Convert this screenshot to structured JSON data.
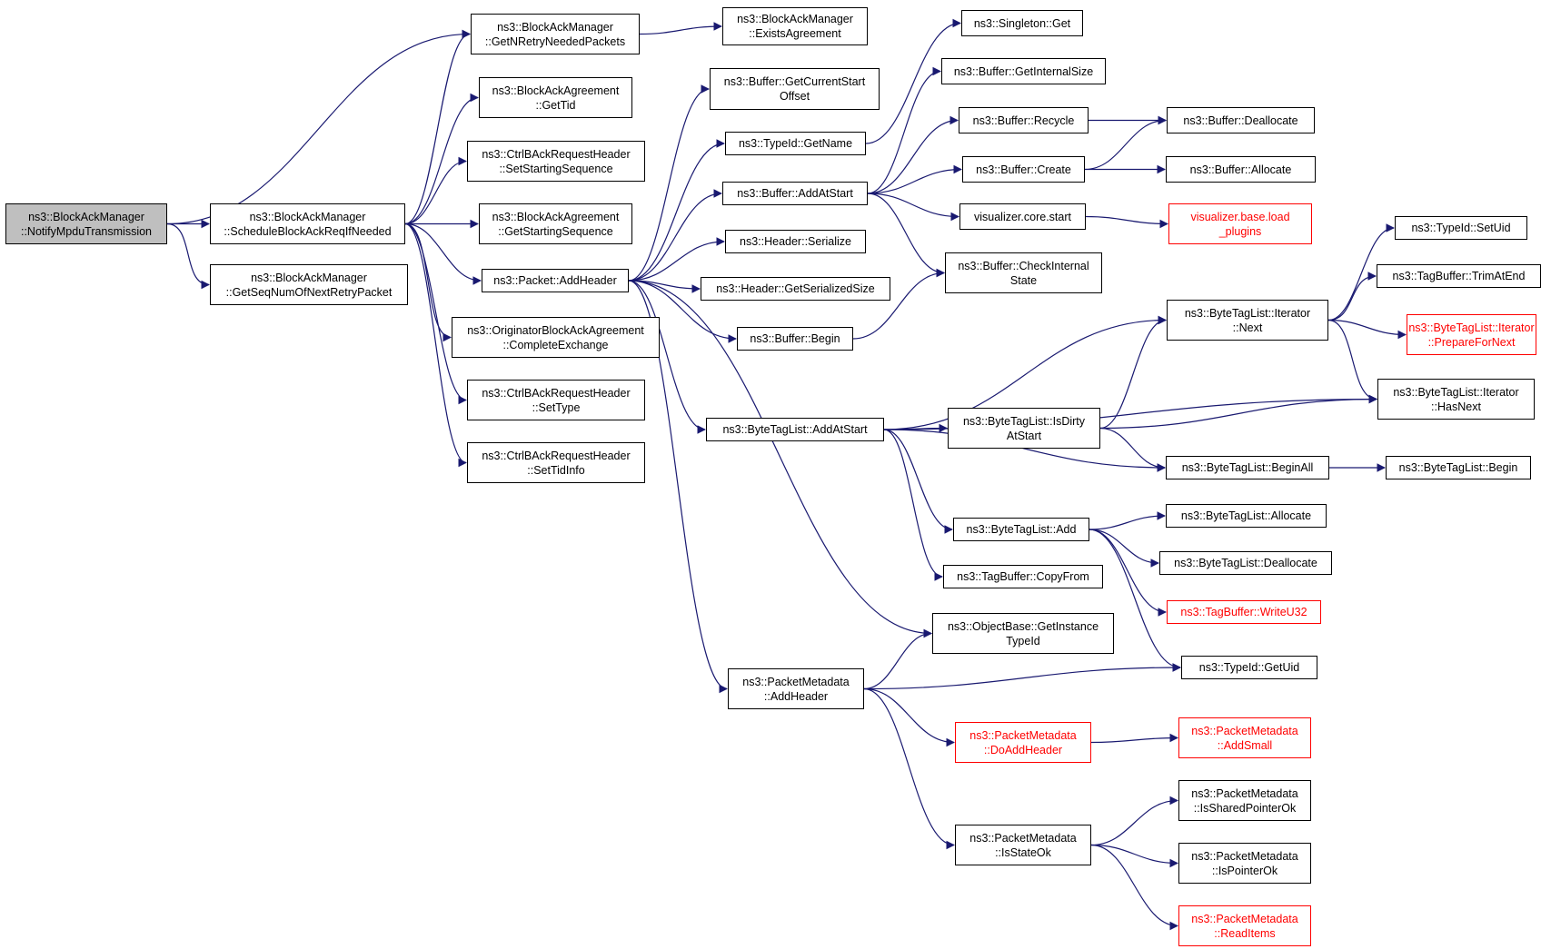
{
  "diagram": {
    "edge_color": "#191970",
    "border_color": "#000000",
    "missing_border_color": "#ff0000",
    "root_fill": "#bfbfbf",
    "nodes": [
      {
        "id": "notify",
        "lines": [
          "ns3::BlockAckManager",
          "::NotifyMpduTransmission"
        ],
        "variant": "root"
      },
      {
        "id": "schedule",
        "lines": [
          "ns3::BlockAckManager",
          "::ScheduleBlockAckReqIfNeeded"
        ],
        "variant": "normal"
      },
      {
        "id": "getseqnum",
        "lines": [
          "ns3::BlockAckManager",
          "::GetSeqNumOfNextRetryPacket"
        ],
        "variant": "normal"
      },
      {
        "id": "getnretry",
        "lines": [
          "ns3::BlockAckManager",
          "::GetNRetryNeededPackets"
        ],
        "variant": "normal"
      },
      {
        "id": "existsagr",
        "lines": [
          "ns3::BlockAckManager",
          "::ExistsAgreement"
        ],
        "variant": "normal"
      },
      {
        "id": "gettid",
        "lines": [
          "ns3::BlockAckAgreement",
          "::GetTid"
        ],
        "variant": "normal"
      },
      {
        "id": "setstartseq",
        "lines": [
          "ns3::CtrlBAckRequestHeader",
          "::SetStartingSequence"
        ],
        "variant": "normal"
      },
      {
        "id": "getstartseq",
        "lines": [
          "ns3::BlockAckAgreement",
          "::GetStartingSequence"
        ],
        "variant": "normal"
      },
      {
        "id": "addheader",
        "lines": [
          "ns3::Packet::AddHeader"
        ],
        "variant": "normal"
      },
      {
        "id": "complete",
        "lines": [
          "ns3::OriginatorBlockAckAgreement",
          "::CompleteExchange"
        ],
        "variant": "normal"
      },
      {
        "id": "settype",
        "lines": [
          "ns3::CtrlBAckRequestHeader",
          "::SetType"
        ],
        "variant": "normal"
      },
      {
        "id": "settidinfo",
        "lines": [
          "ns3::CtrlBAckRequestHeader",
          "::SetTidInfo"
        ],
        "variant": "normal"
      },
      {
        "id": "getcurstart",
        "lines": [
          "ns3::Buffer::GetCurrentStart",
          "Offset"
        ],
        "variant": "normal"
      },
      {
        "id": "getname",
        "lines": [
          "ns3::TypeId::GetName"
        ],
        "variant": "normal"
      },
      {
        "id": "bufaddatstart",
        "lines": [
          "ns3::Buffer::AddAtStart"
        ],
        "variant": "normal"
      },
      {
        "id": "hdrserialize",
        "lines": [
          "ns3::Header::Serialize"
        ],
        "variant": "normal"
      },
      {
        "id": "hdrgetsize",
        "lines": [
          "ns3::Header::GetSerializedSize"
        ],
        "variant": "normal"
      },
      {
        "id": "bufbegin",
        "lines": [
          "ns3::Buffer::Begin"
        ],
        "variant": "normal"
      },
      {
        "id": "btladdatstart",
        "lines": [
          "ns3::ByteTagList::AddAtStart"
        ],
        "variant": "normal"
      },
      {
        "id": "pmaddheader",
        "lines": [
          "ns3::PacketMetadata",
          "::AddHeader"
        ],
        "variant": "normal"
      },
      {
        "id": "singleton",
        "lines": [
          "ns3::Singleton::Get"
        ],
        "variant": "normal"
      },
      {
        "id": "getinternalsize",
        "lines": [
          "ns3::Buffer::GetInternalSize"
        ],
        "variant": "normal"
      },
      {
        "id": "recycle",
        "lines": [
          "ns3::Buffer::Recycle"
        ],
        "variant": "normal"
      },
      {
        "id": "bufcreate",
        "lines": [
          "ns3::Buffer::Create"
        ],
        "variant": "normal"
      },
      {
        "id": "vizstart",
        "lines": [
          "visualizer.core.start"
        ],
        "variant": "normal"
      },
      {
        "id": "checkinternal",
        "lines": [
          "ns3::Buffer::CheckInternal",
          "State"
        ],
        "variant": "normal"
      },
      {
        "id": "isdirty",
        "lines": [
          "ns3::ByteTagList::IsDirty",
          "AtStart"
        ],
        "variant": "normal"
      },
      {
        "id": "btladd",
        "lines": [
          "ns3::ByteTagList::Add"
        ],
        "variant": "normal"
      },
      {
        "id": "copyfrom",
        "lines": [
          "ns3::TagBuffer::CopyFrom"
        ],
        "variant": "normal"
      },
      {
        "id": "getinstance",
        "lines": [
          "ns3::ObjectBase::GetInstance",
          "TypeId"
        ],
        "variant": "normal"
      },
      {
        "id": "doaddheader",
        "lines": [
          "ns3::PacketMetadata",
          "::DoAddHeader"
        ],
        "variant": "missing"
      },
      {
        "id": "isstateok",
        "lines": [
          "ns3::PacketMetadata",
          "::IsStateOk"
        ],
        "variant": "normal"
      },
      {
        "id": "dealloc",
        "lines": [
          "ns3::Buffer::Deallocate"
        ],
        "variant": "normal"
      },
      {
        "id": "alloc",
        "lines": [
          "ns3::Buffer::Allocate"
        ],
        "variant": "normal"
      },
      {
        "id": "loadplugins",
        "lines": [
          "visualizer.base.load",
          "_plugins"
        ],
        "variant": "missing"
      },
      {
        "id": "iternext",
        "lines": [
          "ns3::ByteTagList::Iterator",
          "::Next"
        ],
        "variant": "normal"
      },
      {
        "id": "beginall",
        "lines": [
          "ns3::ByteTagList::BeginAll"
        ],
        "variant": "normal"
      },
      {
        "id": "btlallocate",
        "lines": [
          "ns3::ByteTagList::Allocate"
        ],
        "variant": "normal"
      },
      {
        "id": "btldealloc",
        "lines": [
          "ns3::ByteTagList::Deallocate"
        ],
        "variant": "normal"
      },
      {
        "id": "writeu32",
        "lines": [
          "ns3::TagBuffer::WriteU32"
        ],
        "variant": "missing"
      },
      {
        "id": "getuid",
        "lines": [
          "ns3::TypeId::GetUid"
        ],
        "variant": "normal"
      },
      {
        "id": "addsmall",
        "lines": [
          "ns3::PacketMetadata",
          "::AddSmall"
        ],
        "variant": "missing"
      },
      {
        "id": "issharedptr",
        "lines": [
          "ns3::PacketMetadata",
          "::IsSharedPointerOk"
        ],
        "variant": "normal"
      },
      {
        "id": "isptrok",
        "lines": [
          "ns3::PacketMetadata",
          "::IsPointerOk"
        ],
        "variant": "normal"
      },
      {
        "id": "readitems",
        "lines": [
          "ns3::PacketMetadata",
          "::ReadItems"
        ],
        "variant": "missing"
      },
      {
        "id": "setuid",
        "lines": [
          "ns3::TypeId::SetUid"
        ],
        "variant": "normal"
      },
      {
        "id": "trimatend",
        "lines": [
          "ns3::TagBuffer::TrimAtEnd"
        ],
        "variant": "normal"
      },
      {
        "id": "prepfornext",
        "lines": [
          "ns3::ByteTagList::Iterator",
          "::PrepareForNext"
        ],
        "variant": "missing"
      },
      {
        "id": "hasnext",
        "lines": [
          "ns3::ByteTagList::Iterator",
          "::HasNext"
        ],
        "variant": "normal"
      },
      {
        "id": "btlbegin",
        "lines": [
          "ns3::ByteTagList::Begin"
        ],
        "variant": "normal"
      }
    ],
    "edges": [
      [
        "notify",
        "getnretry"
      ],
      [
        "notify",
        "schedule"
      ],
      [
        "notify",
        "getseqnum"
      ],
      [
        "schedule",
        "getnretry"
      ],
      [
        "schedule",
        "gettid"
      ],
      [
        "schedule",
        "setstartseq"
      ],
      [
        "schedule",
        "getstartseq"
      ],
      [
        "schedule",
        "addheader"
      ],
      [
        "schedule",
        "complete"
      ],
      [
        "schedule",
        "settype"
      ],
      [
        "schedule",
        "settidinfo"
      ],
      [
        "getnretry",
        "existsagr"
      ],
      [
        "addheader",
        "getcurstart"
      ],
      [
        "addheader",
        "getname"
      ],
      [
        "addheader",
        "bufaddatstart"
      ],
      [
        "addheader",
        "hdrserialize"
      ],
      [
        "addheader",
        "hdrgetsize"
      ],
      [
        "addheader",
        "bufbegin"
      ],
      [
        "addheader",
        "btladdatstart"
      ],
      [
        "addheader",
        "getinstance"
      ],
      [
        "addheader",
        "pmaddheader"
      ],
      [
        "getname",
        "singleton"
      ],
      [
        "bufaddatstart",
        "getinternalsize"
      ],
      [
        "bufaddatstart",
        "recycle"
      ],
      [
        "bufaddatstart",
        "bufcreate"
      ],
      [
        "bufaddatstart",
        "vizstart"
      ],
      [
        "bufaddatstart",
        "checkinternal"
      ],
      [
        "bufbegin",
        "checkinternal"
      ],
      [
        "recycle",
        "dealloc"
      ],
      [
        "bufcreate",
        "dealloc"
      ],
      [
        "bufcreate",
        "alloc"
      ],
      [
        "vizstart",
        "loadplugins"
      ],
      [
        "btladdatstart",
        "iternext"
      ],
      [
        "btladdatstart",
        "hasnext"
      ],
      [
        "btladdatstart",
        "isdirty"
      ],
      [
        "btladdatstart",
        "beginall"
      ],
      [
        "btladdatstart",
        "btladd"
      ],
      [
        "btladdatstart",
        "copyfrom"
      ],
      [
        "isdirty",
        "iternext"
      ],
      [
        "isdirty",
        "hasnext"
      ],
      [
        "isdirty",
        "beginall"
      ],
      [
        "iternext",
        "setuid"
      ],
      [
        "iternext",
        "trimatend"
      ],
      [
        "iternext",
        "prepfornext"
      ],
      [
        "iternext",
        "hasnext"
      ],
      [
        "beginall",
        "btlbegin"
      ],
      [
        "btladd",
        "btlallocate"
      ],
      [
        "btladd",
        "btldealloc"
      ],
      [
        "btladd",
        "writeu32"
      ],
      [
        "btladd",
        "getuid"
      ],
      [
        "pmaddheader",
        "getinstance"
      ],
      [
        "pmaddheader",
        "getuid"
      ],
      [
        "pmaddheader",
        "doaddheader"
      ],
      [
        "pmaddheader",
        "isstateok"
      ],
      [
        "doaddheader",
        "addsmall"
      ],
      [
        "isstateok",
        "issharedptr"
      ],
      [
        "isstateok",
        "isptrok"
      ],
      [
        "isstateok",
        "readitems"
      ]
    ]
  }
}
